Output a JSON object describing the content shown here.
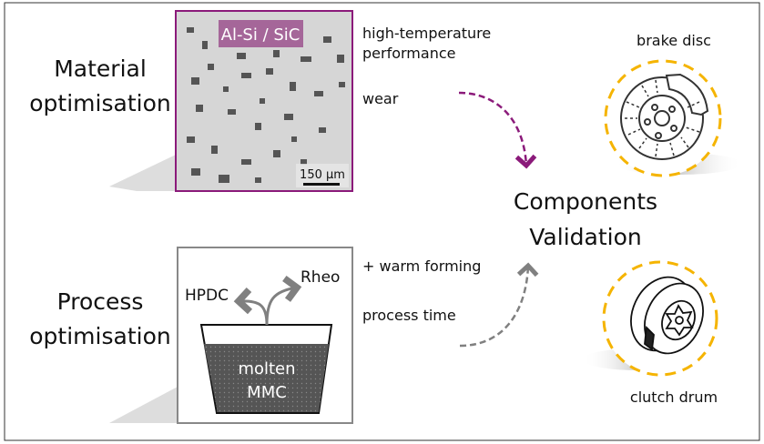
{
  "material": {
    "line1": "Material",
    "line2": "optimisation",
    "image_label": "Al-Si / SiC",
    "scale_bar": "150 µm",
    "properties": [
      "high-temperature",
      "performance",
      "wear"
    ]
  },
  "process": {
    "line1": "Process",
    "line2": "optimisation",
    "route_left": "HPDC",
    "route_right": "Rheo",
    "pot_line1": "molten",
    "pot_line2": "MMC",
    "properties": [
      "+ warm forming",
      "process time"
    ]
  },
  "components": {
    "line1": "Components",
    "line2": "Validation",
    "brake": "brake disc",
    "clutch": "clutch drum"
  },
  "colors": {
    "purple": "#8b1a7a",
    "gray": "#808080",
    "orange": "#f5b400",
    "label_bg": "#a05a92"
  }
}
